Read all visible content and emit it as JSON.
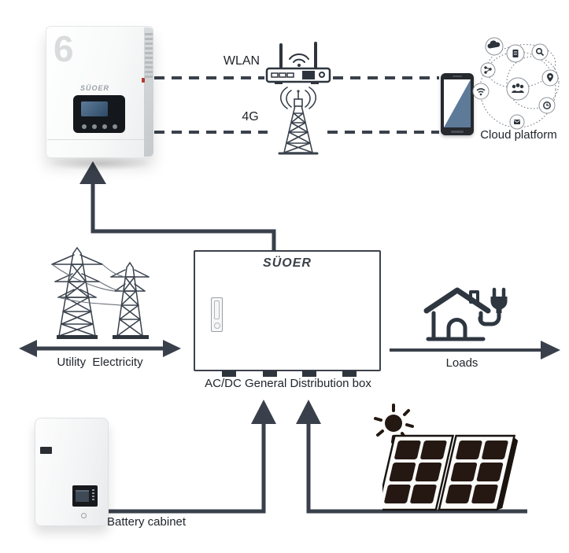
{
  "colors": {
    "line": "#3a414b",
    "text": "#20252b",
    "brand_gray": "#3a4049",
    "watermark_gray": "#d9dbdd",
    "solar_cell": "#251812",
    "phone_screen_blue": "#5d7a99"
  },
  "inverter": {
    "watermark": "6",
    "brand": "SÜOER"
  },
  "links": {
    "wlan": "WLAN",
    "cellular": "4G"
  },
  "cloud": {
    "label": "Cloud platform",
    "icons": [
      "cloud",
      "document",
      "search",
      "share",
      "wifi",
      "team",
      "location",
      "clock",
      "message"
    ]
  },
  "utility": {
    "label": "Utility  Electricity"
  },
  "distribution_box": {
    "brand": "SÜOER",
    "label": "AC/DC General Distribution box"
  },
  "loads": {
    "label": "Loads"
  },
  "battery": {
    "label": "Battery cabinet"
  }
}
